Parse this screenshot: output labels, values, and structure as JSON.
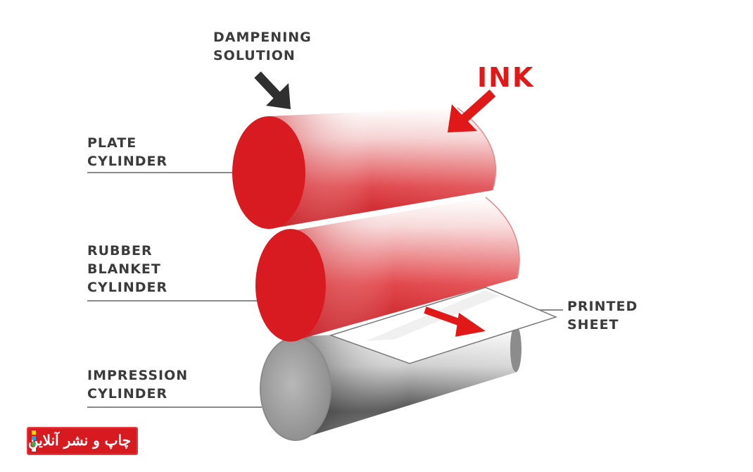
{
  "labels": {
    "dampening": [
      "DAMPENING",
      "SOLUTION"
    ],
    "ink": "INK",
    "plate": [
      "PLATE",
      "CYLINDER"
    ],
    "rubber": [
      "RUBBER",
      "BLANKET",
      "CYLINDER"
    ],
    "impression": [
      "IMPRESSION",
      "CYLINDER"
    ],
    "sheet": [
      "PRINTED",
      "SHEET"
    ]
  },
  "watermark": {
    "text": "چاپ و نشر آنلاین"
  },
  "colors": {
    "cylinder_red": "#d81b21",
    "cylinder_gray": "#9c9c9c",
    "ink_label": "#e01818",
    "label_text": "#3b3b3b",
    "arrow_dark": "#2f2f2f",
    "leader_line": "#8a8a8a",
    "logo_red": "#d71a1f"
  },
  "icons": [
    "dampening-arrow-icon",
    "ink-arrow-icon",
    "sheet-direction-arrow-icon"
  ]
}
